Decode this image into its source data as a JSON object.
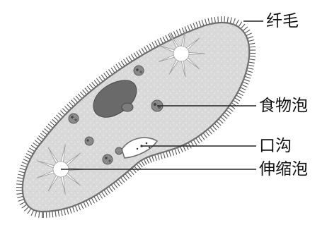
{
  "colors": {
    "background": "#ffffff",
    "cytoplasm": "#d9d9d9",
    "membrane": "#6f6f6f",
    "cilia": "#555555",
    "nucleus": "#6a6a6a",
    "vacuole": "#ffffff",
    "leader": "#222222",
    "text": "#111111"
  },
  "labels": {
    "cilia": "纤毛",
    "food_vacuole": "食物泡",
    "oral_groove": "口沟",
    "contractile_vacuole": "伸缩泡"
  }
}
